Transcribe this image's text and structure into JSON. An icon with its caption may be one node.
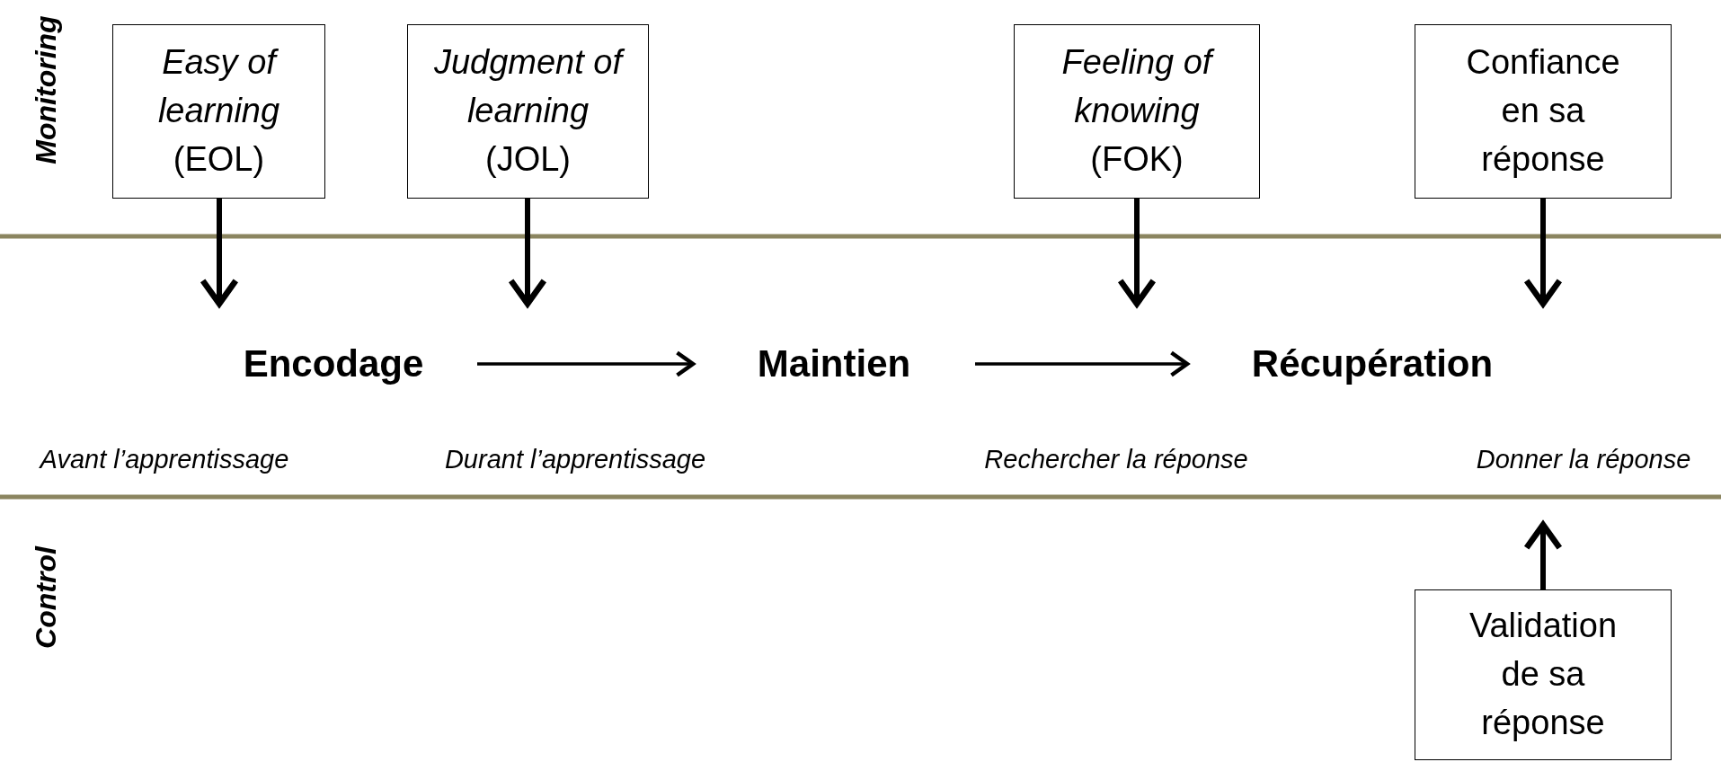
{
  "diagram": {
    "nodes": [
      {
        "text": [
          "Easy of learning",
          "(EOL)"
        ]
      },
      {
        "text": [
          "Judgment of learning",
          "(JOL)"
        ]
      },
      {
        "text": [
          "Feeling of knowing",
          "(FOK)"
        ]
      },
      {
        "text": [
          "Confiance en sa réponse"
        ]
      },
      {
        "text": [
          "Encodage"
        ]
      },
      {
        "text": [
          "Maintien"
        ]
      },
      {
        "text": [
          "Récupération"
        ]
      },
      {
        "text": [
          "Validation de sa réponse"
        ]
      }
    ],
    "edges": [
      {
        "from": 0,
        "to": 4,
        "arrow": "to"
      },
      {
        "from": 1,
        "to": null,
        "arrow": "to"
      },
      {
        "from": 2,
        "to": null,
        "arrow": "to"
      },
      {
        "from": 3,
        "to": 6,
        "arrow": "to"
      },
      {
        "from": 4,
        "to": 5,
        "arrow": "to"
      },
      {
        "from": 5,
        "to": 6,
        "arrow": "to"
      },
      {
        "from": 7,
        "to": null,
        "arrow": "to"
      }
    ],
    "labels": [
      "Monitoring",
      "Avant l’apprentissage",
      "Durant l’apprentissage",
      "Rechercher la réponse",
      "Donner la réponse",
      "Control"
    ]
  }
}
